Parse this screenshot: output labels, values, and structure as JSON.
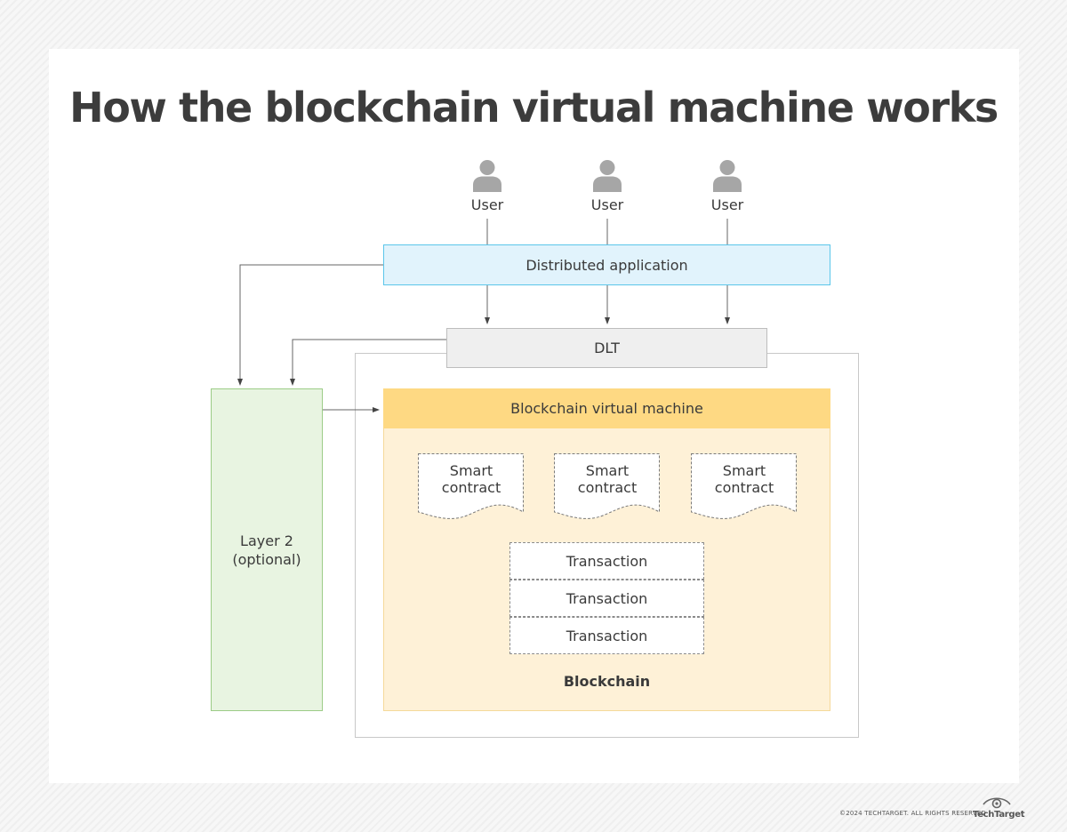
{
  "title": "How the blockchain virtual machine works",
  "users": [
    {
      "label": "User",
      "icon": "user-icon"
    },
    {
      "label": "User",
      "icon": "user-icon"
    },
    {
      "label": "User",
      "icon": "user-icon"
    }
  ],
  "distributed_app": {
    "label": "Distributed application"
  },
  "dlt": {
    "label": "DLT"
  },
  "layer2": {
    "line1": "Layer 2",
    "line2": "(optional)"
  },
  "bvm": {
    "label": "Blockchain virtual machine"
  },
  "smart_contracts": [
    {
      "line1": "Smart",
      "line2": "contract"
    },
    {
      "line1": "Smart",
      "line2": "contract"
    },
    {
      "line1": "Smart",
      "line2": "contract"
    }
  ],
  "transactions": [
    "Transaction",
    "Transaction",
    "Transaction"
  ],
  "blockchain_label": "Blockchain",
  "footer": {
    "copyright": "©2024 TECHTARGET. ALL RIGHTS RESERVED",
    "brand": "TechTarget"
  },
  "colors": {
    "app_fill": "#e1f3fc",
    "app_border": "#5bc6ea",
    "bvm_fill": "#fed983",
    "blockchain_fill": "#fef1d7",
    "layer2_fill": "#e8f4e1",
    "layer2_border": "#9ccc87",
    "dlt_fill": "#efefef",
    "title": "#3c3c3c"
  }
}
